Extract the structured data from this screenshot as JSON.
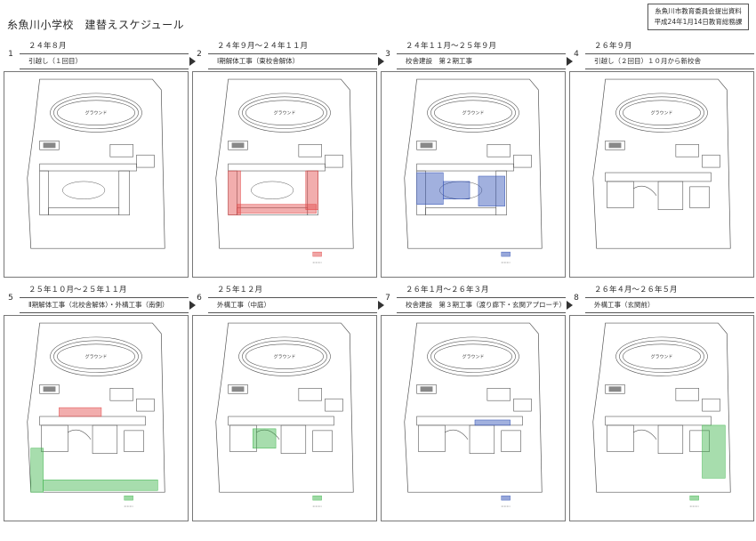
{
  "document": {
    "title": "糸魚川小学校　建替えスケジュール",
    "stamp_line1": "糸魚川市教育委員会提出資料",
    "stamp_line2": "平成24年1月14日教育総務課"
  },
  "panels": [
    {
      "number": "1",
      "date": "２４年８月",
      "desc": "引越し（１回目）",
      "has_arrow": true
    },
    {
      "number": "2",
      "date": "２４年９月～２４年１１月",
      "desc": "Ⅰ期解体工事（東校舎解体）",
      "has_arrow": true
    },
    {
      "number": "3",
      "date": "２４年１１月～２５年９月",
      "desc": "校舎建設　第２期工事",
      "has_arrow": true
    },
    {
      "number": "4",
      "date": "２６年９月",
      "desc": "引越し（２回目）１０月から新校舎",
      "has_arrow": false
    },
    {
      "number": "5",
      "date": "２５年１０月～２５年１１月",
      "desc": "Ⅱ期解体工事（北校舎解体）・外構工事（南側）",
      "has_arrow": true
    },
    {
      "number": "6",
      "date": "２５年１２月",
      "desc": "外構工事（中庭）",
      "has_arrow": true
    },
    {
      "number": "7",
      "date": "２６年１月～２６年３月",
      "desc": "校舎建設　第３期工事（渡り廊下・玄関アプローチ）",
      "has_arrow": true
    },
    {
      "number": "8",
      "date": "２６年４月～２６年５月",
      "desc": "外構工事（玄関前）",
      "has_arrow": false
    }
  ],
  "plan_labels": {
    "ground": "グラウンド"
  },
  "colors": {
    "demolition": "#e24a4a",
    "construction": "#2f4fb5",
    "exterior": "#3cb34a",
    "line": "#555555"
  }
}
